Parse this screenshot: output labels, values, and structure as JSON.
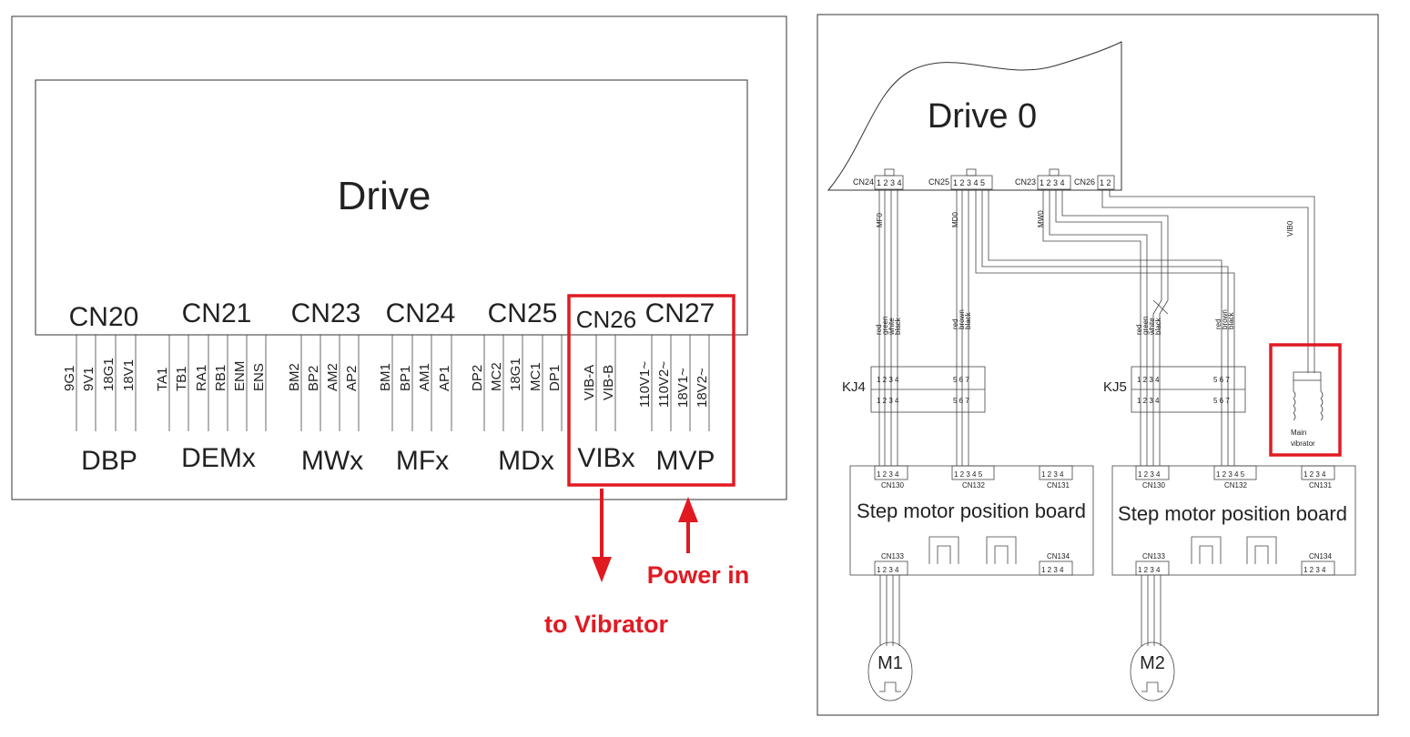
{
  "left": {
    "title": "Drive",
    "connectors": [
      {
        "id": "CN20",
        "group": "DBP",
        "pins": [
          "9G1",
          "9V1",
          "18G1",
          "18V1"
        ]
      },
      {
        "id": "CN21",
        "group": "DEMx",
        "pins": [
          "TA1",
          "TB1",
          "RA1",
          "RB1",
          "ENM",
          "ENS"
        ]
      },
      {
        "id": "CN23",
        "group": "MWx",
        "pins": [
          "BM2",
          "BP2",
          "AM2",
          "AP2"
        ]
      },
      {
        "id": "CN24",
        "group": "MFx",
        "pins": [
          "BM1",
          "BP1",
          "AM1",
          "AP1"
        ]
      },
      {
        "id": "CN25",
        "group": "MDx",
        "pins": [
          "DP2",
          "MC2",
          "18G1",
          "MC1",
          "DP1"
        ]
      },
      {
        "id": "CN26",
        "group": "VIBx",
        "pins": [
          "VIB-A",
          "VIB-B"
        ]
      },
      {
        "id": "CN27",
        "group": "MVP",
        "pins": [
          "110V1~",
          "110V2~",
          "18V1~",
          "18V2~"
        ]
      }
    ],
    "annotations": {
      "to_vibrator": "to Vibrator",
      "power_in": "Power in"
    },
    "highlight_color": "#e11a22"
  },
  "right": {
    "title": "Drive 0",
    "drive_connectors": [
      {
        "id": "CN24",
        "pins": "1 2 3 4"
      },
      {
        "id": "CN25",
        "pins": "1 2 3 4 5"
      },
      {
        "id": "CN23",
        "pins": "1 2 3 4"
      },
      {
        "id": "CN26",
        "pins": "1 2"
      }
    ],
    "signals": [
      "MF0",
      "MD0",
      "MW0",
      "VIB0"
    ],
    "wire_colors_4": [
      "red",
      "green",
      "white",
      "black"
    ],
    "wire_colors_3": [
      "red",
      "brown",
      "black"
    ],
    "kj_labels": [
      "KJ4",
      "KJ5"
    ],
    "kj_pins_a": "1 2 3 4",
    "kj_pins_b": "5 6 7",
    "boards": [
      {
        "title": "Step motor position board",
        "motor": "M1"
      },
      {
        "title": "Step motor position board",
        "motor": "M2"
      }
    ],
    "board_connectors": {
      "cn130": "CN130",
      "cn132": "CN132",
      "cn131": "CN131",
      "cn133": "CN133",
      "cn134": "CN134",
      "pins4": "1 2 3 4",
      "pins5": "1 2 3 4 5"
    },
    "vibrator": {
      "line1": "Main",
      "line2": "vibrator"
    }
  }
}
